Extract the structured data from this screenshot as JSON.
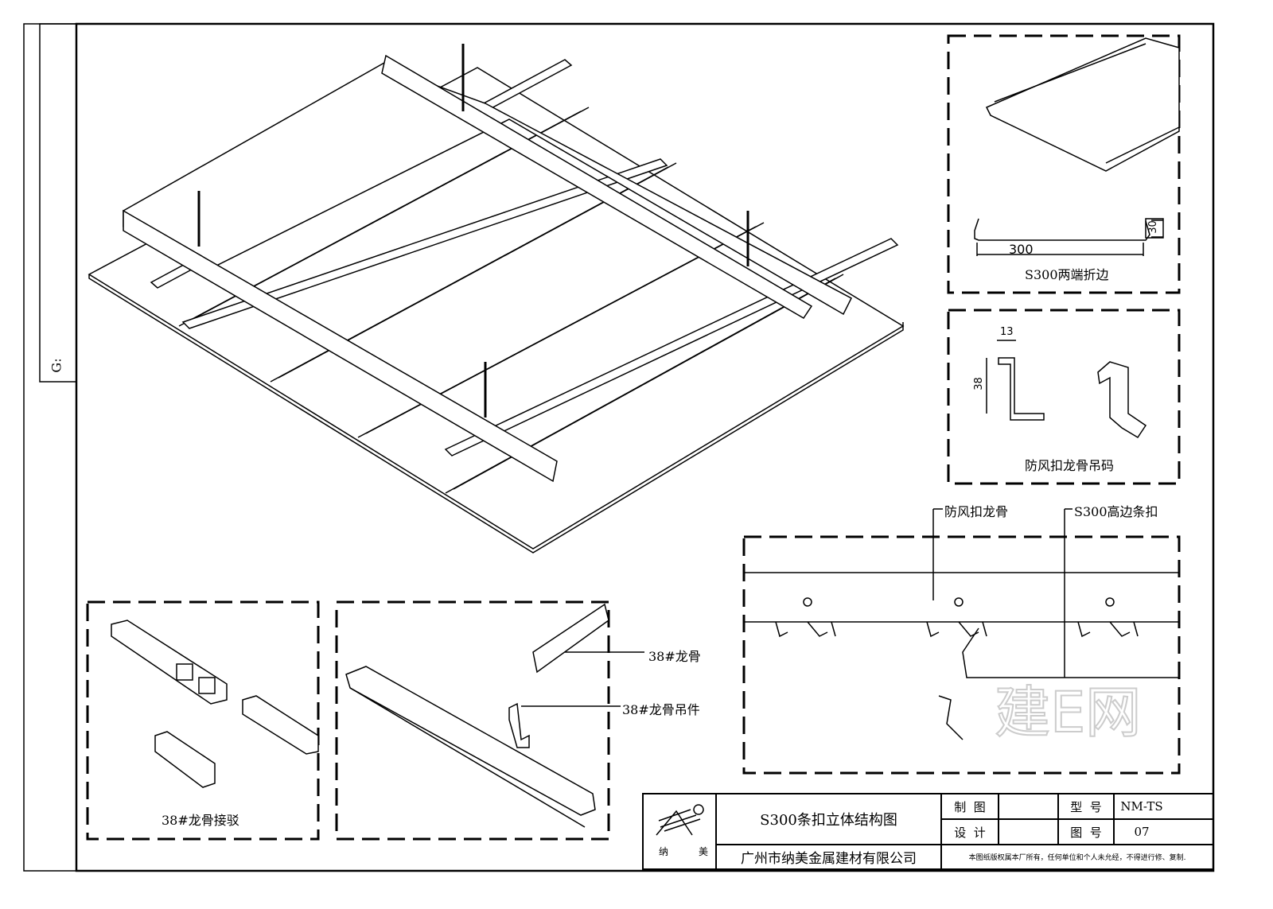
{
  "side_strip": {
    "label": "G:"
  },
  "detail_panels": {
    "panel_edge": {
      "caption": "S300两端折边",
      "dim_width": "300",
      "dim_height": "30"
    },
    "panel_clip": {
      "caption": "防风扣龙骨吊码",
      "dim_width": "13",
      "dim_height": "38"
    },
    "panel_section": {
      "callout_keel": "防风扣龙骨",
      "callout_strip": "S300高边条扣"
    },
    "panel_joint": {
      "caption": "38#龙骨接驳"
    },
    "panel_parts": {
      "callout_keel": "38#龙骨",
      "callout_hanger": "38#龙骨吊件"
    }
  },
  "title_block": {
    "logo_text_left": "纳",
    "logo_text_right": "美",
    "title": "S300条扣立体结构图",
    "company": "广州市纳美金属建材有限公司",
    "drawn_label": "制  图",
    "design_label": "设  计",
    "model_label": "型  号",
    "model_value": "NM-TS",
    "drawing_no_label": "图  号",
    "drawing_no_value": "07",
    "copyright": "本图纸版权属本厂所有，任何单位和个人未允经，不得进行修、复制."
  },
  "watermark": {
    "text": "建E网"
  }
}
